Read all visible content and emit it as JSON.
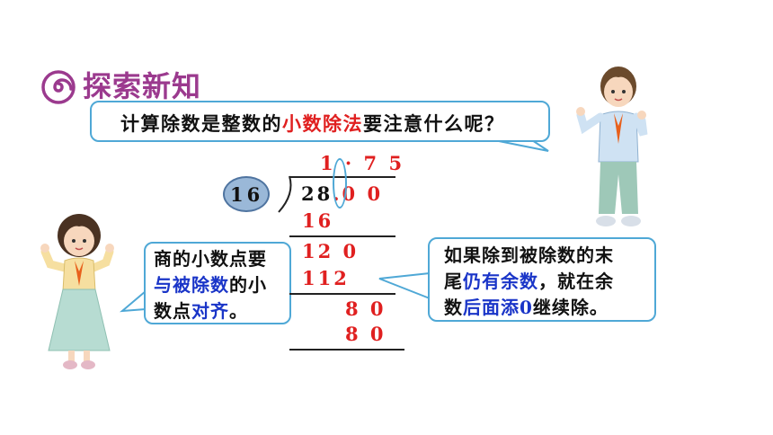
{
  "header": {
    "title": "探索新知",
    "icon": "spiral-icon"
  },
  "question": {
    "part1": "计算除数是整数的",
    "highlight": "小数除法",
    "part2": "要注意什么呢？"
  },
  "division": {
    "quotient": "1.75",
    "divisor": "16",
    "dividend": "28.00",
    "steps": [
      "16",
      "120",
      "112",
      "80",
      "80"
    ]
  },
  "left_note": {
    "line1": "商的小数点要",
    "line2_blue": "与被除数",
    "line2_rest": "的小",
    "line3_start": "数点",
    "line3_blue": "对齐",
    "line3_end": "。"
  },
  "right_note": {
    "line1": "如果除到被除数的末",
    "line2_start": "尾",
    "line2_blue": "仍有余数",
    "line2_end": "，就在余",
    "line3_start": "数",
    "line3_blue": "后面添0",
    "line3_end": "继续除。"
  },
  "colors": {
    "title": "#9b3a8e",
    "highlight": "#e02020",
    "note_blue": "#1a35c8",
    "bubble_border": "#4fa8d6"
  }
}
